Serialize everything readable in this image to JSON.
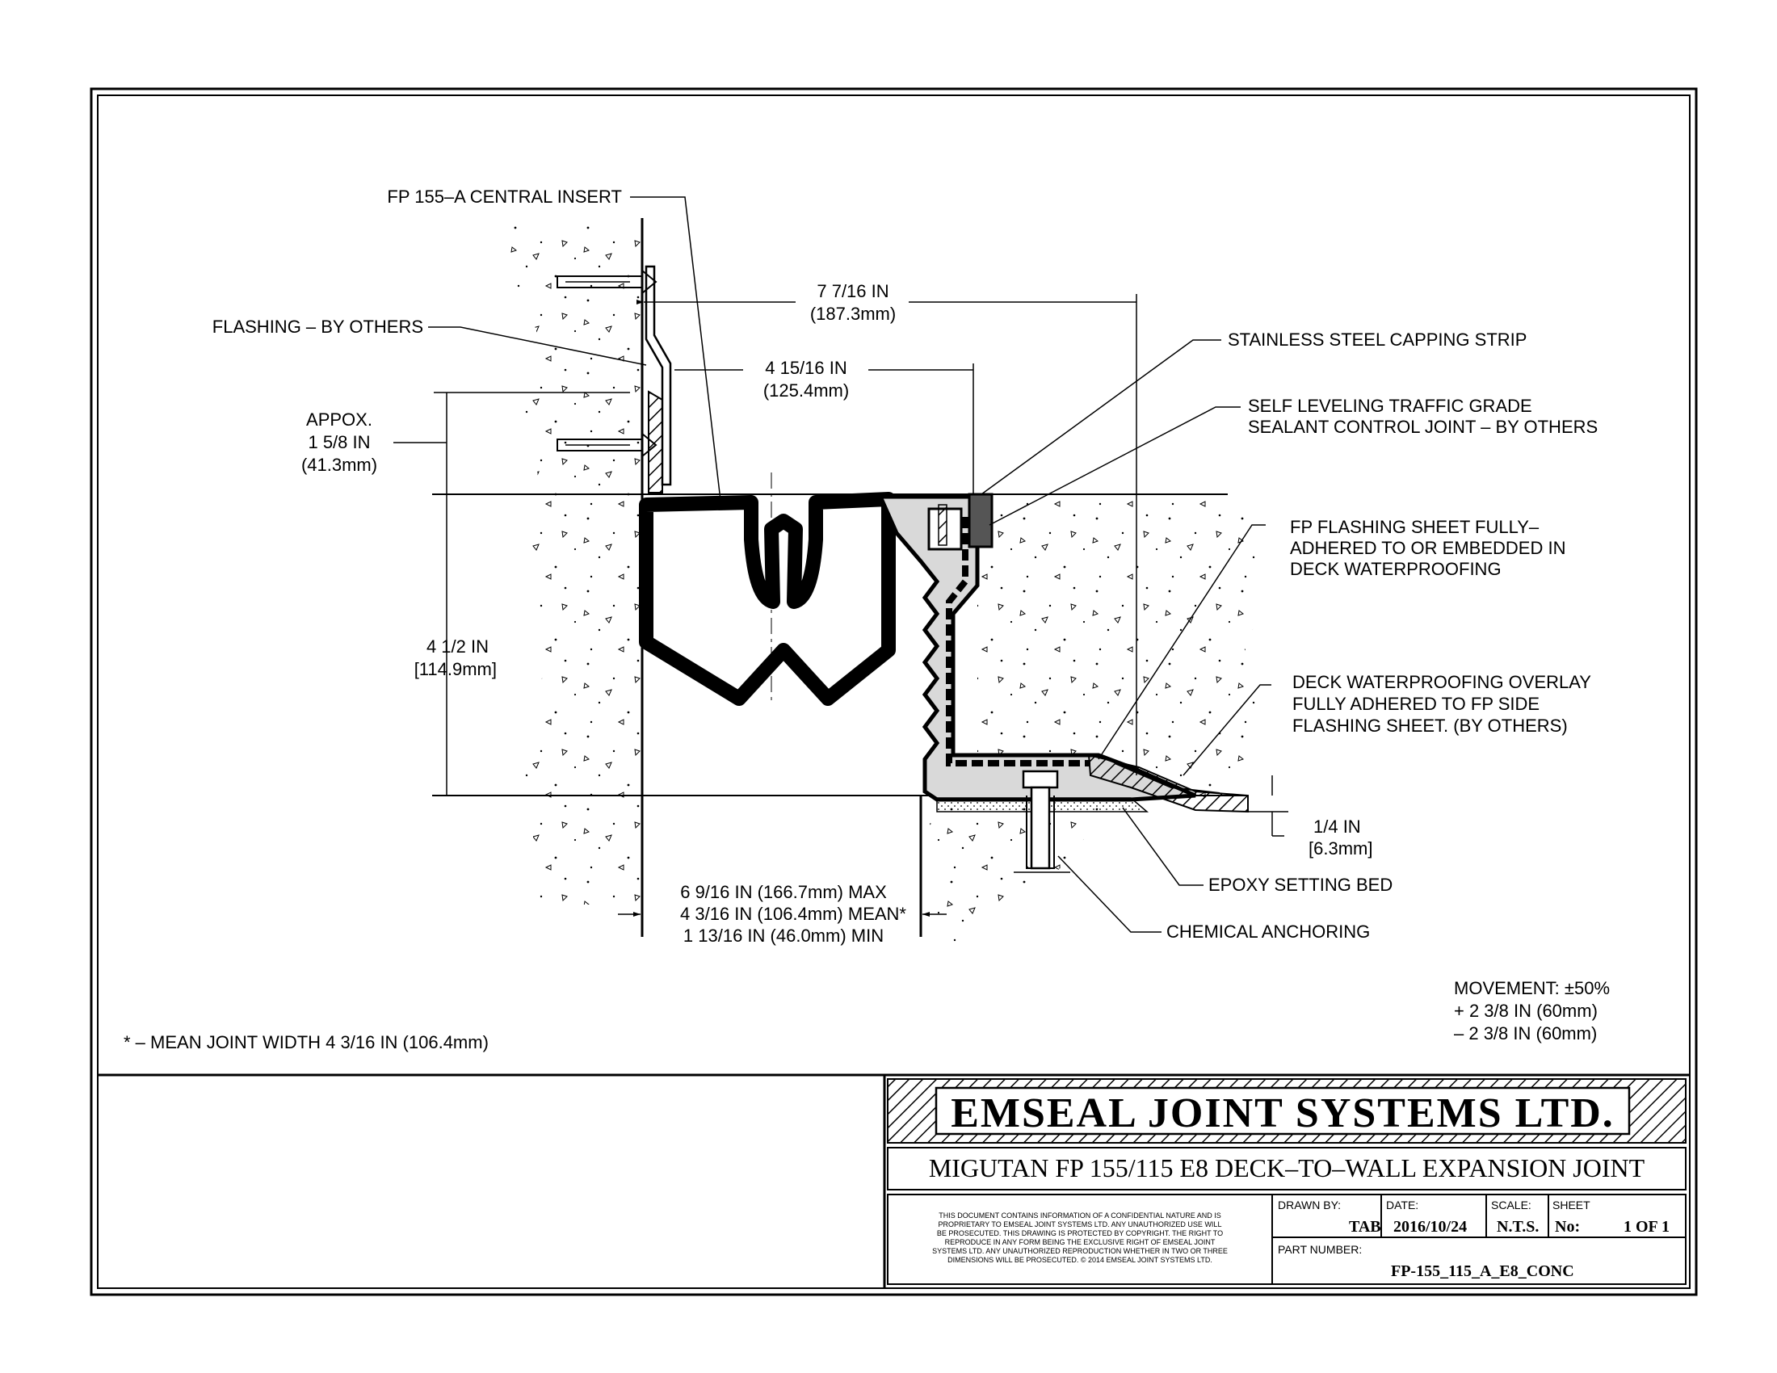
{
  "callouts": {
    "central_insert": "FP 155–A CENTRAL INSERT",
    "flashing": "FLASHING – BY OTHERS",
    "approx_1": "APPOX.",
    "approx_2": "1 5/8 IN",
    "approx_3": "(41.3mm)",
    "dim_width_1": "7 7/16 IN",
    "dim_width_2": "(187.3mm)",
    "dim_inner_1": "4 15/16 IN",
    "dim_inner_2": "(125.4mm)",
    "capping_strip": "STAINLESS STEEL CAPPING STRIP",
    "sealant_1": "SELF LEVELING TRAFFIC GRADE",
    "sealant_2": "SEALANT CONTROL JOINT – BY OTHERS",
    "flashing_sheet_1": "FP FLASHING SHEET FULLY–",
    "flashing_sheet_2": "ADHERED TO OR EMBEDDED IN",
    "flashing_sheet_3": "DECK WATERPROOFING",
    "depth_1": "4 1/2 IN",
    "depth_2": "[114.9mm]",
    "overlay_1": "DECK WATERPROOFING OVERLAY",
    "overlay_2": "FULLY ADHERED TO FP SIDE",
    "overlay_3": "FLASHING SHEET. (BY OTHERS)",
    "quarter_1": "1/4 IN",
    "quarter_2": "[6.3mm]",
    "epoxy": "EPOXY SETTING BED",
    "anchoring": "CHEMICAL ANCHORING",
    "joint_max": "6 9/16 IN (166.7mm) MAX",
    "joint_mean": "4 3/16 IN (106.4mm) MEAN*",
    "joint_min": "1 13/16 IN (46.0mm) MIN"
  },
  "notes": {
    "movement_1": "MOVEMENT: ±50%",
    "movement_2": "+ 2 3/8 IN (60mm)",
    "movement_3": "– 2 3/8 IN (60mm)",
    "mean_width": "* – MEAN JOINT WIDTH 4 3/16 IN (106.4mm)"
  },
  "title_block": {
    "company": "EMSEAL JOINT SYSTEMS LTD.",
    "drawing_title": "MIGUTAN FP 155/115 E8  DECK–TO–WALL EXPANSION JOINT",
    "disclaimer_1": "THIS DOCUMENT CONTAINS INFORMATION OF A CONFIDENTIAL NATURE AND IS",
    "disclaimer_2": "PROPRIETARY TO EMSEAL JOINT SYSTEMS LTD. ANY UNAUTHORIZED USE WILL",
    "disclaimer_3": "BE PROSECUTED. THIS DRAWING IS PROTECTED BY COPYRIGHT. THE RIGHT TO",
    "disclaimer_4": "REPRODUCE IN ANY FORM BEING THE EXCLUSIVE RIGHT OF EMSEAL JOINT",
    "disclaimer_5": "SYSTEMS LTD. ANY UNAUTHORIZED REPRODUCTION WHETHER IN TWO OR THREE",
    "disclaimer_6": "DIMENSIONS WILL BE PROSECUTED. © 2014 EMSEAL JOINT SYSTEMS LTD.",
    "drawn_by_label": "DRAWN BY:",
    "drawn_by": "TAB",
    "date_label": "DATE:",
    "date": "2016/10/24",
    "scale_label": "SCALE:",
    "scale": "N.T.S.",
    "sheet_label": "SHEET",
    "sheet_no_label": "No:",
    "sheet": "1 OF 1",
    "part_number_label": "PART NUMBER:",
    "part_number": "FP-155_115_A_E8_CONC"
  }
}
